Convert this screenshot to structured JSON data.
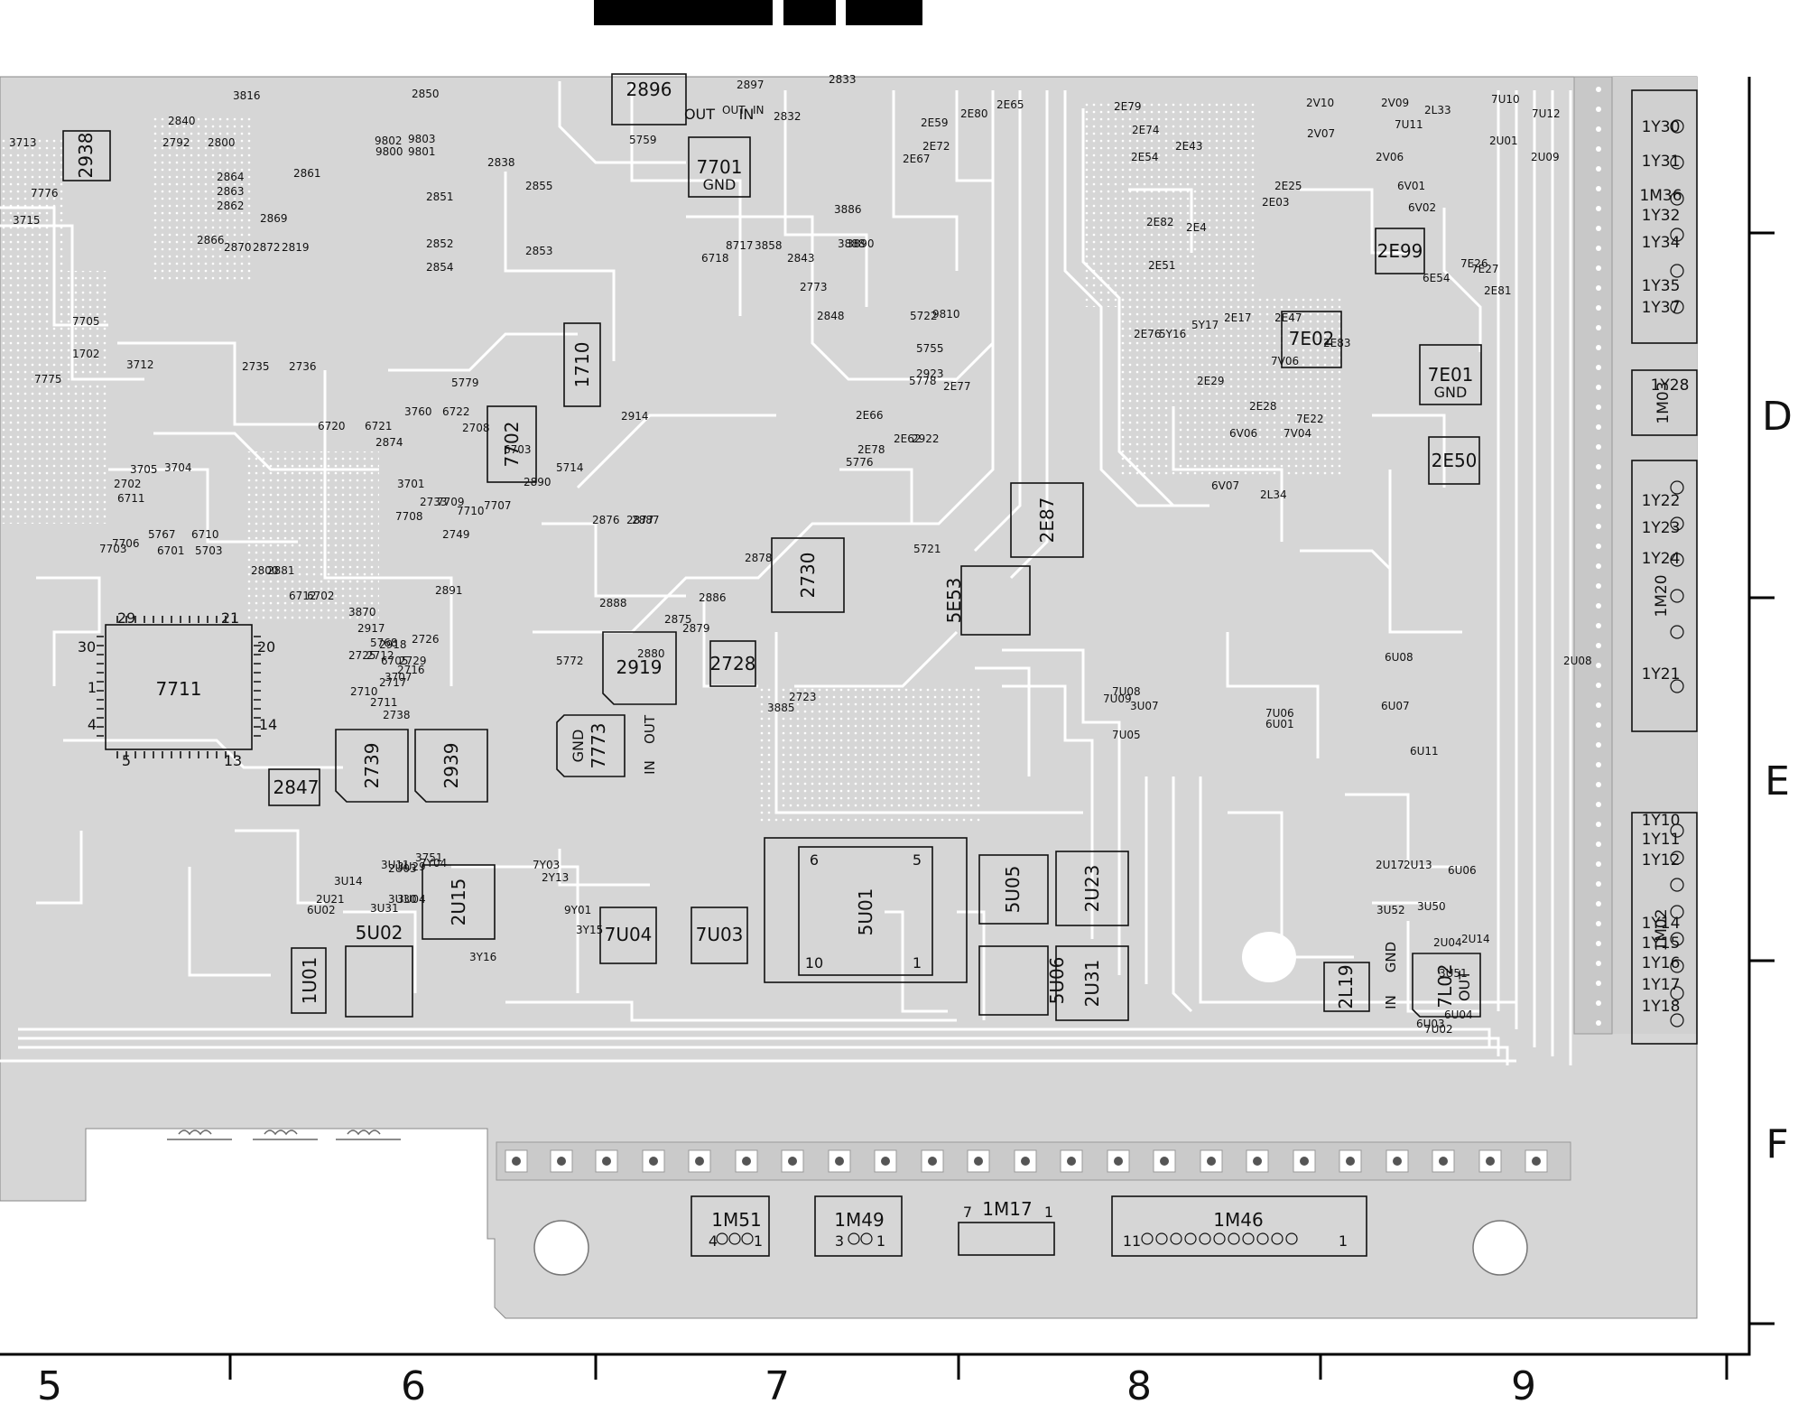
{
  "grid": {
    "columns": [
      "5",
      "6",
      "7",
      "8",
      "9"
    ],
    "rows": [
      "D",
      "E",
      "F"
    ]
  },
  "components": {
    "ic_main": {
      "ref": "7711",
      "pins": [
        "29",
        "21",
        "30",
        "20",
        "1",
        "14",
        "4",
        "5",
        "13"
      ]
    },
    "ic_7702": {
      "ref": "7702"
    },
    "reg_7701": {
      "ref": "7701",
      "sub": "GND"
    },
    "reg_7773": {
      "ref": "7773",
      "sub": "GND",
      "pin_out": "OUT",
      "pin_in": "IN"
    },
    "reg_7e01": {
      "ref": "7E01",
      "sub": "GND"
    },
    "reg_7l02": {
      "ref": "7L02",
      "sub": "OUT",
      "pin_in": "IN",
      "pin_gnd": "GND"
    },
    "ic_7e02": {
      "ref": "7E02"
    },
    "ic_7u04": {
      "ref": "7U04"
    },
    "ic_7u03": {
      "ref": "7U03"
    },
    "ic_1u01": {
      "ref": "1U01"
    },
    "ic_5u02": {
      "ref": "5U02"
    },
    "coil_5u01": {
      "ref": "5U01",
      "pins": [
        "6",
        "5",
        "1",
        "10"
      ]
    },
    "conn_1710": {
      "ref": "1710"
    },
    "xtal_2938": {
      "ref": "2938"
    },
    "cap_2896": {
      "ref": "2896",
      "pin_out": "OUT",
      "pin_in": "IN"
    },
    "cap_2919": {
      "ref": "2919"
    },
    "cap_2728": {
      "ref": "2728"
    },
    "cap_2730": {
      "ref": "2730"
    },
    "cap_2739": {
      "ref": "2739"
    },
    "cap_2939": {
      "ref": "2939"
    },
    "cap_2847": {
      "ref": "2847"
    },
    "cap_2e87": {
      "ref": "2E87"
    },
    "cap_5e53": {
      "ref": "5E53"
    },
    "cap_2e99": {
      "ref": "2E99"
    },
    "cap_2e50": {
      "ref": "2E50"
    },
    "cap_2u15": {
      "ref": "2U15"
    },
    "cap_5u05": {
      "ref": "5U05"
    },
    "cap_2u23": {
      "ref": "2U23"
    },
    "cap_5u06": {
      "ref": "5U06"
    },
    "cap_2u31": {
      "ref": "2U31"
    },
    "cap_2l19": {
      "ref": "2L19"
    },
    "conn_1m51": {
      "ref": "1M51",
      "pins": [
        "4",
        "1"
      ]
    },
    "conn_1m49": {
      "ref": "1M49",
      "pins": [
        "3",
        "1"
      ]
    },
    "conn_1m17": {
      "ref": "1M17",
      "pins": [
        "7",
        "1"
      ]
    },
    "conn_1m46": {
      "ref": "1M46",
      "pins": [
        "11",
        "1"
      ]
    },
    "conn_1y": {
      "refs": [
        "1Y30",
        "1Y31",
        "1M36",
        "1Y32",
        "1Y34",
        "1Y35",
        "1Y37"
      ]
    },
    "conn_1m03": {
      "refs": [
        "1M03",
        "1Y28"
      ]
    },
    "conn_1m20": {
      "refs": [
        "1M20",
        "1Y22",
        "1Y23",
        "1Y24",
        "1Y21"
      ]
    },
    "conn_1m02": {
      "refs": [
        "1M02",
        "1Y10",
        "1Y11",
        "1Y12",
        "1Y14",
        "1Y15",
        "1Y16",
        "1Y17",
        "1Y18"
      ]
    }
  },
  "labels": [
    "2850",
    "2897",
    "2833",
    "2832",
    "5759",
    "OUT",
    "IN",
    "2840",
    "2792",
    "2800",
    "3816",
    "2838",
    "9802",
    "9803",
    "9800",
    "9801",
    "2861",
    "2864",
    "2863",
    "2862",
    "2869",
    "2866",
    "2870",
    "2872",
    "2819",
    "2851",
    "2852",
    "2854",
    "2855",
    "2853",
    "7776",
    "3713",
    "3715",
    "7775",
    "7705",
    "1702",
    "2735",
    "2736",
    "3712",
    "6720",
    "6721",
    "6722",
    "2708",
    "3760",
    "2914",
    "5779",
    "2874",
    "3701",
    "2733",
    "7709",
    "7710",
    "7707",
    "7708",
    "2749",
    "2890",
    "5714",
    "5767",
    "6710",
    "6701",
    "5703",
    "3705",
    "3704",
    "2800",
    "2881",
    "6703",
    "6711",
    "2702",
    "7706",
    "7703",
    "6712",
    "6702",
    "3870",
    "2917",
    "2918",
    "2726",
    "2891",
    "5768",
    "2725",
    "2712",
    "2716",
    "2717",
    "2710",
    "2711",
    "2738",
    "6705",
    "3707",
    "2729",
    "5772",
    "2876",
    "2877",
    "2875",
    "2886",
    "2878",
    "2887",
    "2888",
    "2879",
    "2880",
    "2723",
    "3885",
    "3886",
    "3888",
    "3890",
    "9810",
    "6718",
    "8717",
    "3858",
    "2843",
    "2773",
    "2848",
    "5721",
    "5722",
    "5755",
    "5778",
    "2923",
    "2922",
    "5776",
    "2E78",
    "2E62",
    "2E66",
    "2E77",
    "2E80",
    "2E59",
    "2E72",
    "2E67",
    "2E65",
    "2E79",
    "2E74",
    "2E54",
    "2E82",
    "2E51",
    "2E4",
    "2E43",
    "2E03",
    "2E25",
    "2V07",
    "2V10",
    "2V09",
    "2V06",
    "6V01",
    "6V02",
    "7E27",
    "7E26",
    "2E81",
    "6E54",
    "2E47",
    "2E83",
    "2E76",
    "5Y16",
    "5Y17",
    "2E17",
    "7V06",
    "2E29",
    "2E28",
    "7E22",
    "6V06",
    "7V04",
    "6V07",
    "2L34",
    "2L33",
    "7U11",
    "7U10",
    "2U01",
    "7U12",
    "2U09",
    "2U08",
    "6U08",
    "7U08",
    "7U09",
    "3U07",
    "7U05",
    "7U06",
    "6U01",
    "6U07",
    "6U11",
    "2U13",
    "2U17",
    "6U06",
    "3U50",
    "3U52",
    "2U04",
    "2U14",
    "3U51",
    "6U03",
    "7U02",
    "6U04",
    "3U14",
    "2U21",
    "6U02",
    "3U11",
    "3U29",
    "2U03",
    "3U04",
    "3U30",
    "3U31",
    "3751",
    "7Y04",
    "7Y03",
    "2Y13",
    "9Y01",
    "3Y15",
    "3Y16"
  ],
  "colors": {
    "board": "#d6d6d6",
    "trace": "#ffffff",
    "ink": "#111111",
    "frame": "#000000"
  }
}
